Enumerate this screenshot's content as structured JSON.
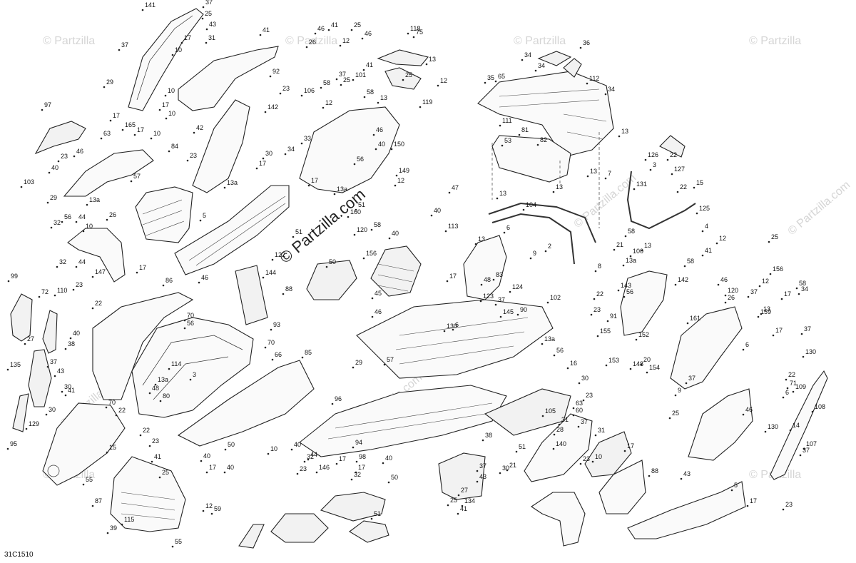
{
  "diagram": {
    "reference_code": "31C1510",
    "watermark": "© Partzilla",
    "watermark_center": "© Partzilla.com",
    "watermark_faint": "© Partzilla.com"
  },
  "callouts": [
    "141",
    "37",
    "25",
    "43",
    "31",
    "37",
    "17",
    "10",
    "41",
    "92",
    "29",
    "17",
    "10",
    "17",
    "10",
    "165",
    "17",
    "10",
    "97",
    "63",
    "84",
    "23",
    "40",
    "46",
    "57",
    "103",
    "29",
    "13a",
    "56",
    "32",
    "44",
    "10",
    "147",
    "17",
    "32",
    "44",
    "26",
    "99",
    "72",
    "110",
    "23",
    "22",
    "27",
    "38",
    "40",
    "135",
    "37",
    "43",
    "30",
    "41",
    "30",
    "95",
    "129",
    "55",
    "15",
    "41",
    "25",
    "87",
    "12",
    "59",
    "115",
    "39",
    "55",
    "86",
    "70",
    "56",
    "93",
    "114",
    "13a",
    "48",
    "80",
    "3",
    "70",
    "66",
    "85",
    "22",
    "70",
    "22",
    "23",
    "40",
    "17",
    "40",
    "50",
    "5",
    "46",
    "88",
    "122",
    "51",
    "144",
    "23",
    "106",
    "42",
    "142",
    "30",
    "34",
    "33",
    "23",
    "13a",
    "17",
    "17",
    "13a",
    "160",
    "12",
    "46",
    "40",
    "56",
    "150",
    "149",
    "12",
    "40",
    "51",
    "58",
    "120",
    "156",
    "46",
    "26",
    "41",
    "25",
    "12",
    "46",
    "58",
    "37",
    "101",
    "75",
    "13",
    "41",
    "12",
    "25",
    "58",
    "25",
    "13",
    "119",
    "118",
    "34",
    "36",
    "34",
    "65",
    "112",
    "35",
    "34",
    "13",
    "111",
    "81",
    "82",
    "53",
    "13",
    "13",
    "13",
    "104",
    "21",
    "2",
    "8",
    "127",
    "22",
    "126",
    "3",
    "7",
    "131",
    "22",
    "15",
    "125",
    "4",
    "58",
    "100",
    "13",
    "25",
    "12",
    "41",
    "58",
    "46",
    "26",
    "156",
    "120",
    "12",
    "37",
    "159",
    "58",
    "34",
    "17",
    "13",
    "37",
    "17",
    "13a",
    "142",
    "143",
    "56",
    "22",
    "91",
    "23",
    "155",
    "152",
    "153",
    "20",
    "154",
    "148",
    "37",
    "9",
    "6",
    "161",
    "47",
    "40",
    "113",
    "13",
    "17",
    "37",
    "123",
    "145",
    "130",
    "6",
    "50",
    "45",
    "124",
    "9",
    "6",
    "90",
    "83",
    "48",
    "46",
    "102",
    "13a",
    "56",
    "29",
    "57",
    "23",
    "16",
    "30",
    "96",
    "63",
    "60",
    "105",
    "51",
    "21",
    "28",
    "140",
    "31",
    "37",
    "31",
    "23",
    "10",
    "17",
    "25",
    "43",
    "88",
    "46",
    "5",
    "17",
    "23",
    "130",
    "6",
    "108",
    "14",
    "107",
    "37",
    "130",
    "22",
    "71",
    "109",
    "38",
    "27",
    "134",
    "25",
    "41",
    "37",
    "30",
    "43",
    "94",
    "98",
    "44",
    "10",
    "40",
    "32",
    "146",
    "23",
    "17",
    "40",
    "17",
    "32",
    "50",
    "51"
  ]
}
